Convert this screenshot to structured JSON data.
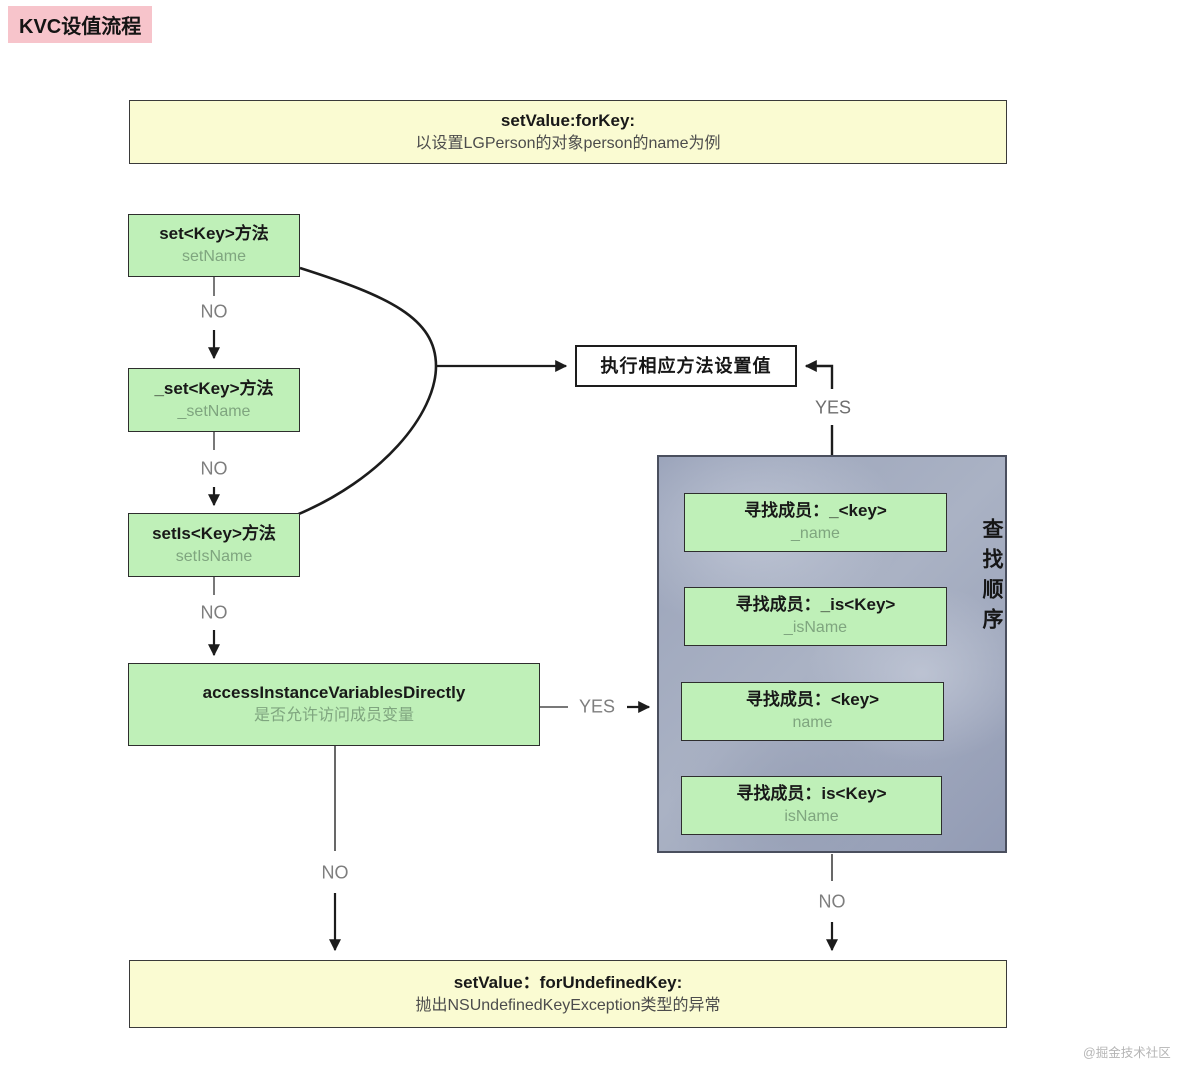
{
  "page": {
    "title": "KVC设值流程",
    "watermark": "@掘金技术社区"
  },
  "colors": {
    "process_fill": "#bff0b8",
    "terminal_fill": "#fafbd2",
    "title_fill": "#f7c4cb",
    "panel_fill": "#9aa3ba",
    "order_arrow": "#2e52e2",
    "subtext": "#7fa57f"
  },
  "top_box": {
    "line1": "setValue:forKey:",
    "line2": "以设置LGPerson的对象person的name为例"
  },
  "flow": {
    "box_set_key": {
      "line1": "set<Key>方法",
      "line2": "setName"
    },
    "box_underscore_set_key": {
      "line1": "_set<Key>方法",
      "line2": "_setName"
    },
    "box_set_is_key": {
      "line1": "setIs<Key>方法",
      "line2": "setIsName"
    },
    "box_access_ivar": {
      "line1": "accessInstanceVariablesDirectly",
      "line2": "是否允许访问成员变量"
    },
    "exec_box": {
      "label": "执行相应方法设置值"
    },
    "labels": {
      "no": "NO",
      "yes": "YES"
    }
  },
  "panel": {
    "order_label": "查找顺序",
    "boxes": [
      {
        "line1": "寻找成员：_<key>",
        "line2": "_name"
      },
      {
        "line1": "寻找成员：_is<Key>",
        "line2": "_isName"
      },
      {
        "line1": "寻找成员：<key>",
        "line2": "name"
      },
      {
        "line1": "寻找成员：is<Key>",
        "line2": "isName"
      }
    ]
  },
  "bottom_box": {
    "line1": "setValue：forUndefinedKey:",
    "line2": "抛出NSUndefinedKeyException类型的异常"
  }
}
